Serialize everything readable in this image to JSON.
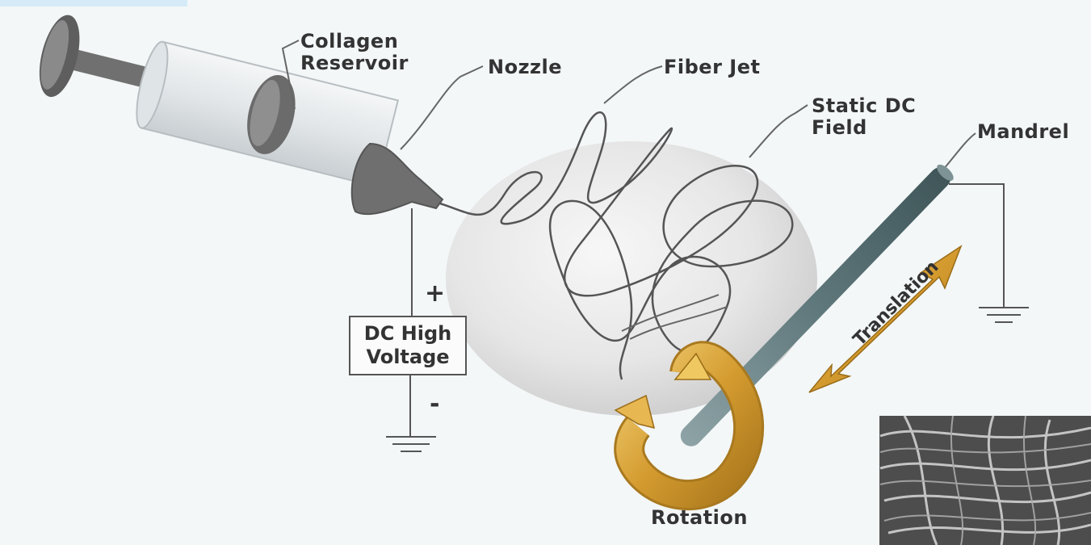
{
  "labels": {
    "collagen_reservoir": "Collagen\nReservoir",
    "nozzle": "Nozzle",
    "fiber_jet": "Fiber Jet",
    "static_dc_field": "Static DC\nField",
    "mandrel": "Mandrel",
    "dc_high_voltage": "DC High\nVoltage",
    "plus": "+",
    "minus": "-",
    "translation": "Translation",
    "rotation": "Rotation"
  },
  "colors": {
    "background": "#f3f7f8",
    "syringe_body": "#e4e8ea",
    "plunger": "#6d6d6d",
    "nozzle": "#7a7a7a",
    "field_sphere": "#e3e3e3",
    "mandrel": "#637b7f",
    "arrow_gold": "#d8a53a",
    "wire": "#555555"
  }
}
